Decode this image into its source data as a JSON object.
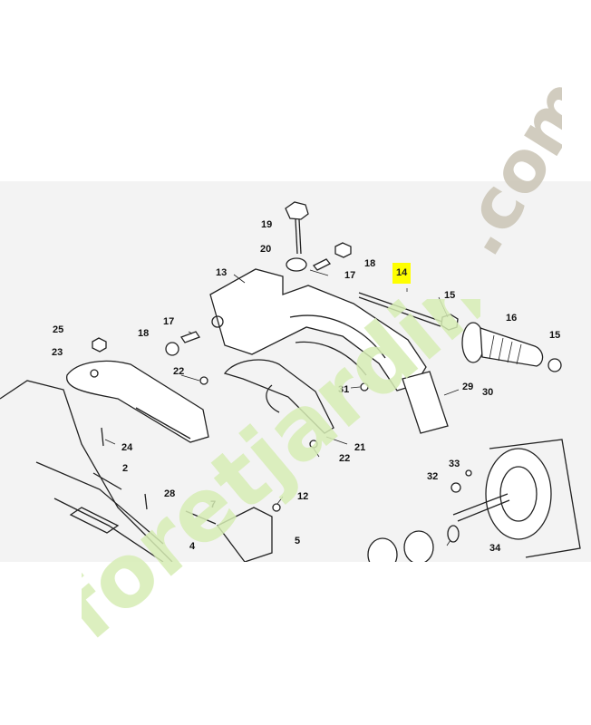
{
  "diagram": {
    "highlighted_part": "14",
    "labels": [
      {
        "id": "19",
        "text": "19"
      },
      {
        "id": "20",
        "text": "20"
      },
      {
        "id": "18a",
        "text": "18"
      },
      {
        "id": "17a",
        "text": "17"
      },
      {
        "id": "13",
        "text": "13"
      },
      {
        "id": "14",
        "text": "14"
      },
      {
        "id": "15a",
        "text": "15"
      },
      {
        "id": "16",
        "text": "16"
      },
      {
        "id": "15b",
        "text": "15"
      },
      {
        "id": "25",
        "text": "25"
      },
      {
        "id": "23",
        "text": "23"
      },
      {
        "id": "17b",
        "text": "17"
      },
      {
        "id": "18b",
        "text": "18"
      },
      {
        "id": "22a",
        "text": "22"
      },
      {
        "id": "31",
        "text": "31"
      },
      {
        "id": "29",
        "text": "29"
      },
      {
        "id": "30",
        "text": "30"
      },
      {
        "id": "24",
        "text": "24"
      },
      {
        "id": "21",
        "text": "21"
      },
      {
        "id": "22b",
        "text": "22"
      },
      {
        "id": "2",
        "text": "2"
      },
      {
        "id": "28",
        "text": "28"
      },
      {
        "id": "7",
        "text": "7"
      },
      {
        "id": "12",
        "text": "12"
      },
      {
        "id": "33",
        "text": "33"
      },
      {
        "id": "32",
        "text": "32"
      },
      {
        "id": "5",
        "text": "5"
      },
      {
        "id": "4",
        "text": "4"
      },
      {
        "id": "34",
        "text": "34"
      }
    ]
  },
  "watermark": {
    "part1": ".com",
    "part2": "foretjardin"
  },
  "colors": {
    "highlight": "#ffff00",
    "watermark_com": "#c9c3b4",
    "watermark_foret": "#d6ecb4",
    "diagram_bg": "#f3f3f3"
  }
}
